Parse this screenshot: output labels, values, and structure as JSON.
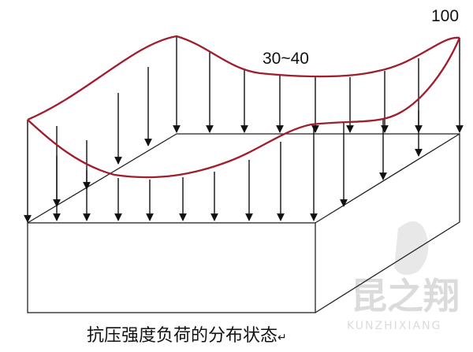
{
  "labels": {
    "corner_value": "100",
    "middle_value": "30~40",
    "caption": "抗压强度负荷的分布状态",
    "caption_mark": "↵",
    "watermark_cn": "昆之翔",
    "watermark_en": "KUNZHIXIANG"
  },
  "colors": {
    "curve": "#a01d2e",
    "outline": "#222222",
    "arrow": "#111111",
    "watermark": "#d8d8d8"
  }
}
